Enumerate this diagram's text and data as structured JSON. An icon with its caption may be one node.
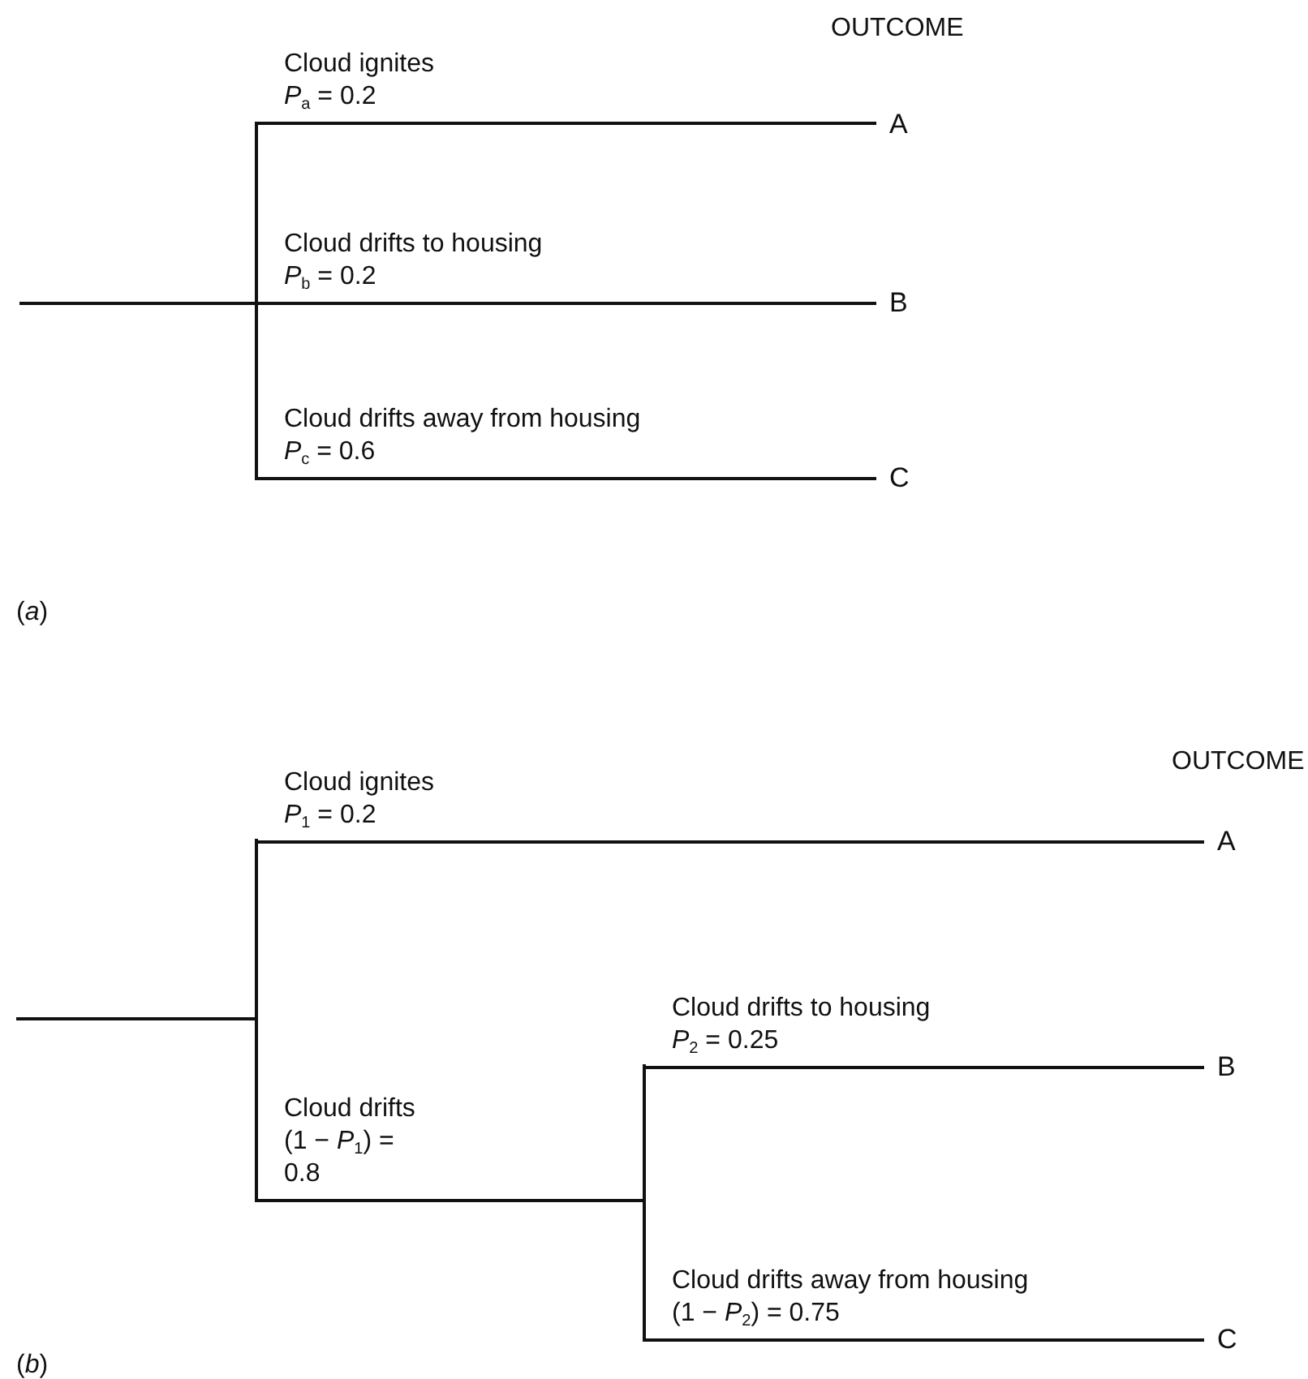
{
  "diagram": {
    "nodes": [
      {
        "text": [],
        "shape": "bar"
      },
      {
        "text": [
          "A"
        ]
      },
      {
        "text": [
          "B"
        ]
      },
      {
        "text": [
          "C"
        ]
      },
      {
        "text": [],
        "shape": "bar"
      },
      {
        "text": [
          "A"
        ]
      },
      {
        "text": [],
        "shape": "bar"
      },
      {
        "text": [
          "B"
        ]
      },
      {
        "text": [
          "C"
        ]
      }
    ],
    "edges": [
      {
        "from": null,
        "to": 0,
        "arrow": "none"
      },
      {
        "from": 0,
        "to": 1,
        "arrow": "none",
        "label": "Cloud ignites *P*$_{a}$ = 0.2"
      },
      {
        "from": 0,
        "to": 2,
        "arrow": "none",
        "label": "Cloud drifts to housing *P*$_{b}$ = 0.2"
      },
      {
        "from": 0,
        "to": 3,
        "arrow": "none",
        "label": "Cloud drifts away from housing *P*$_{c}$ = 0.6"
      },
      {
        "from": null,
        "to": 4,
        "arrow": "none"
      },
      {
        "from": 4,
        "to": 5,
        "arrow": "none",
        "label": "Cloud ignites *P*$_{1}$ = 0.2"
      },
      {
        "from": 4,
        "to": 6,
        "arrow": "none",
        "label": "Cloud drifts (1 − *P*$_{1}$) = 0.8"
      },
      {
        "from": 6,
        "to": 7,
        "arrow": "none",
        "label": "Cloud drifts to housing *P*$_{2}$ = 0.25"
      },
      {
        "from": 6,
        "to": 8,
        "arrow": "none",
        "label": "Cloud drifts away from housing (1 − *P*$_{2}$) = 0.75"
      }
    ],
    "labels": [
      "OUTCOME",
      "(*a*)",
      "OUTCOME",
      "(*b*)"
    ]
  }
}
